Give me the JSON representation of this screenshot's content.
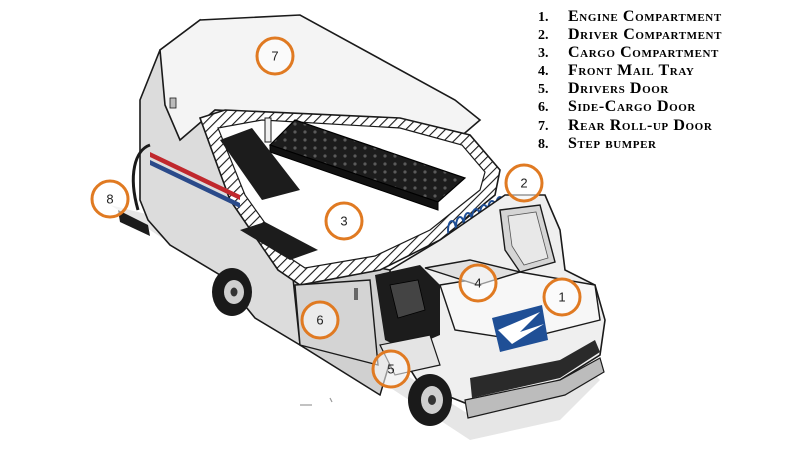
{
  "legend": [
    {
      "number": "1.",
      "label": "Engine Compartment"
    },
    {
      "number": "2.",
      "label": "Driver Compartment"
    },
    {
      "number": "3.",
      "label": "Cargo Compartment"
    },
    {
      "number": "4.",
      "label": "Front Mail Tray"
    },
    {
      "number": "5.",
      "label": "Drivers Door"
    },
    {
      "number": "6.",
      "label": "Side-Cargo Door"
    },
    {
      "number": "7.",
      "label": "Rear Roll-up Door"
    },
    {
      "number": "8.",
      "label": "Step bumper"
    }
  ],
  "markers": [
    "1",
    "2",
    "3",
    "4",
    "5",
    "6",
    "7",
    "8"
  ],
  "colors": {
    "marker_ring": "#e07a22",
    "outline": "#1a1a1a",
    "body_light": "#f2f2f2",
    "body_mid": "#d9d9d9",
    "body_dark": "#b3b3b3",
    "tray_black": "#1c1c1c",
    "stripe_red": "#c0282d",
    "stripe_blue": "#2a4a8a",
    "logo_blue": "#1f4f96"
  },
  "icons": {
    "logo": "eagle-logo-icon"
  }
}
